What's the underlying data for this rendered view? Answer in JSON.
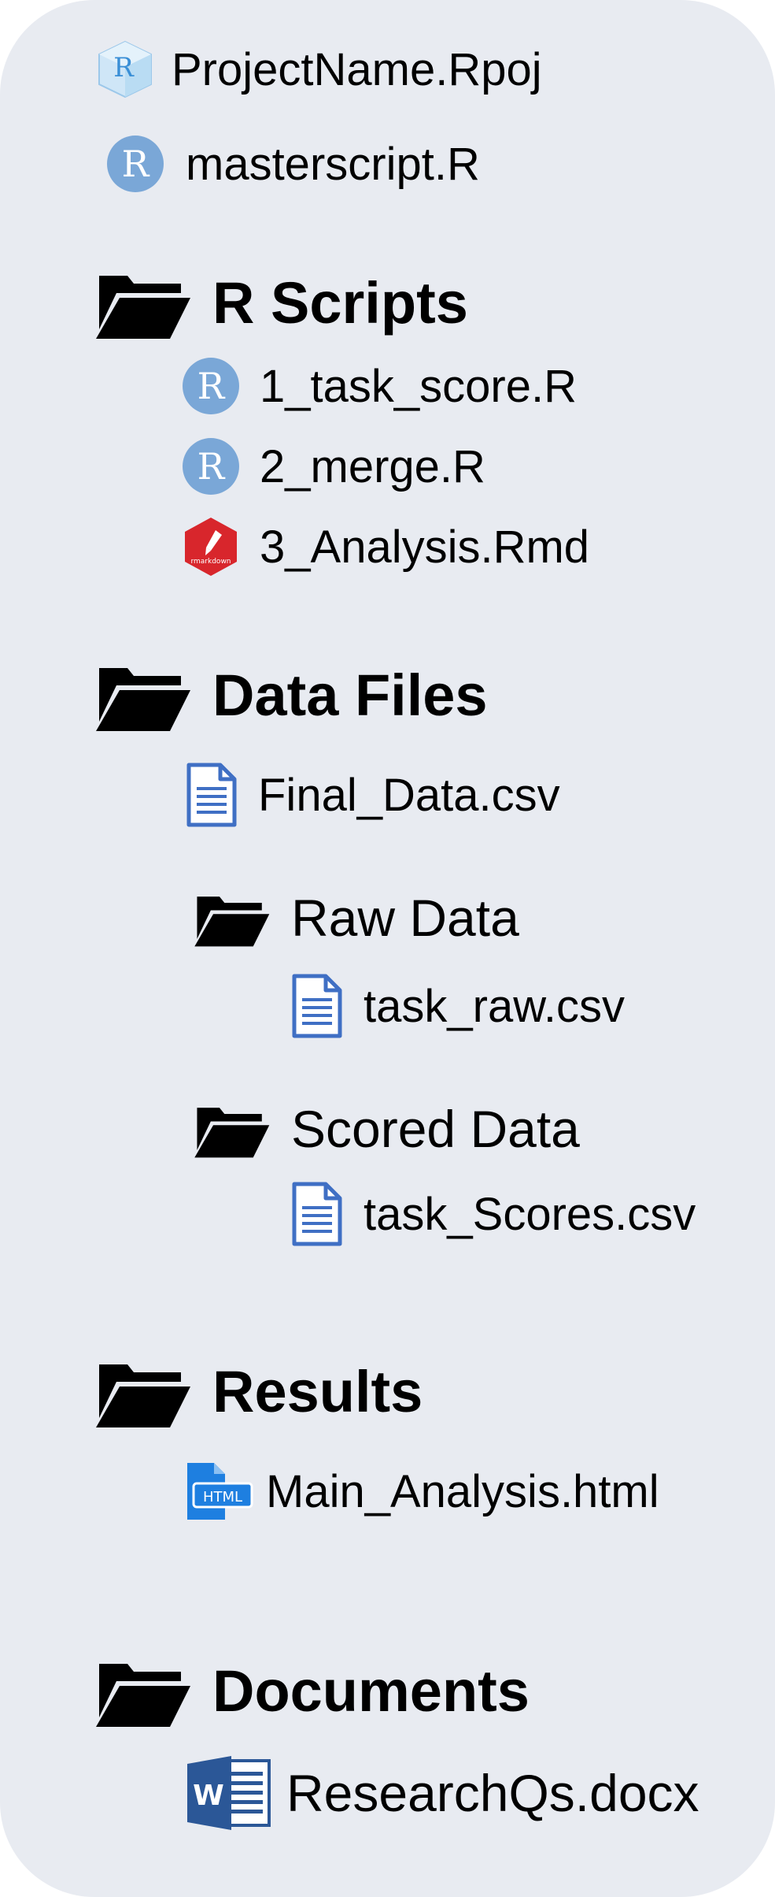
{
  "tree": {
    "project_file": {
      "label": "ProjectName.Rpoj",
      "icon": "rproj-icon"
    },
    "master_script": {
      "label": "masterscript.R",
      "icon": "r-script-icon"
    },
    "r_scripts": {
      "label": "R Scripts",
      "icon": "folder-icon",
      "files": [
        {
          "label": "1_task_score.R",
          "icon": "r-script-icon"
        },
        {
          "label": "2_merge.R",
          "icon": "r-script-icon"
        },
        {
          "label": "3_Analysis.Rmd",
          "icon": "rmarkdown-icon",
          "icon_text": "rmarkdown"
        }
      ]
    },
    "data_files": {
      "label": "Data Files",
      "icon": "folder-icon",
      "files": [
        {
          "label": "Final_Data.csv",
          "icon": "document-icon"
        }
      ],
      "subfolders": [
        {
          "label": "Raw Data",
          "icon": "folder-icon",
          "files": [
            {
              "label": "task_raw.csv",
              "icon": "document-icon"
            }
          ]
        },
        {
          "label": "Scored Data",
          "icon": "folder-icon",
          "files": [
            {
              "label": "task_Scores.csv",
              "icon": "document-icon"
            }
          ]
        }
      ]
    },
    "results": {
      "label": "Results",
      "icon": "folder-icon",
      "files": [
        {
          "label": "Main_Analysis.html",
          "icon": "html-file-icon",
          "icon_text": "HTML"
        }
      ]
    },
    "documents": {
      "label": "Documents",
      "icon": "folder-icon",
      "files": [
        {
          "label": "ResearchQs.docx",
          "icon": "word-icon",
          "icon_text": "W"
        }
      ]
    }
  },
  "colors": {
    "panel_background": "#e8ebf1",
    "r_icon_blue": "#7aa7d7",
    "rmarkdown_red": "#d8262c",
    "document_blue": "#3f6fc4",
    "html_blue": "#1e7fe0",
    "word_blue": "#2b5797"
  }
}
